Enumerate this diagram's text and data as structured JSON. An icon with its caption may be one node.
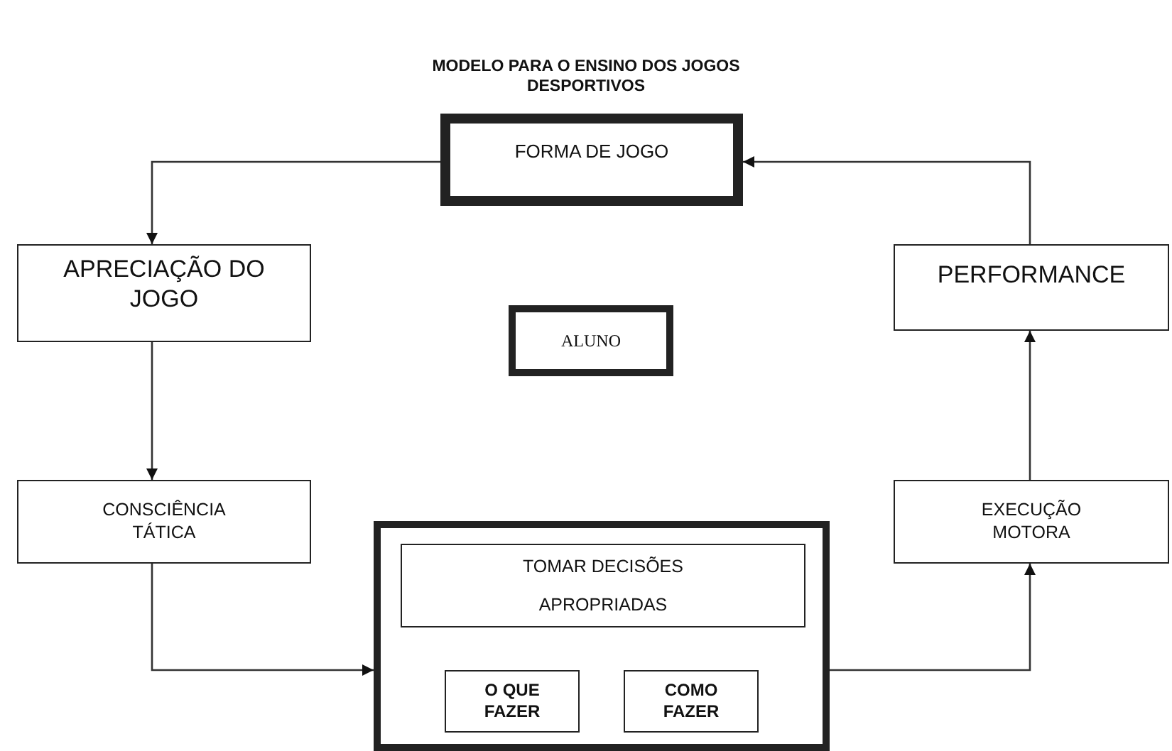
{
  "diagram": {
    "title": "MODELO PARA O ENSINO DOS JOGOS DESPORTIVOS",
    "nodes": [
      {
        "text": [
          "FORMA DE JOGO"
        ]
      },
      {
        "text": [
          "APRECIAÇÃO DO JOGO"
        ]
      },
      {
        "text": [
          "ALUNO"
        ]
      },
      {
        "text": [
          "PERFORMANCE"
        ]
      },
      {
        "text": [
          "CONSCIÊNCIA TÁTICA"
        ]
      },
      {
        "text": [],
        "shape": "box"
      },
      {
        "text": [
          "TOMAR DECISÕES APROPRIADAS"
        ],
        "in": 5
      },
      {
        "text": [
          "O QUE FAZER"
        ],
        "in": 5
      },
      {
        "text": [
          "COMO FAZER"
        ],
        "in": 5
      },
      {
        "text": [
          "EXECUÇÃO MOTORA"
        ]
      }
    ],
    "edges": [
      {
        "from": 0,
        "to": 1,
        "arrow": "to"
      },
      {
        "from": 3,
        "to": 0,
        "arrow": "to"
      },
      {
        "from": 1,
        "to": 4,
        "arrow": "to"
      },
      {
        "from": 4,
        "to": 5,
        "arrow": "to"
      },
      {
        "from": 5,
        "to": 9,
        "arrow": "to"
      },
      {
        "from": 9,
        "to": 3,
        "arrow": "to"
      }
    ]
  }
}
